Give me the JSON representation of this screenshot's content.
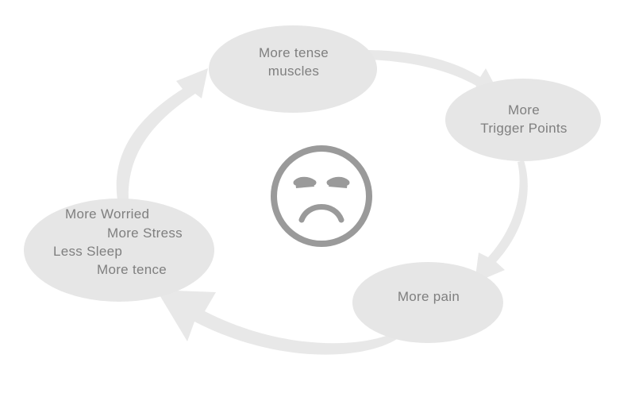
{
  "colors": {
    "bubble": "#e6e6e6",
    "arrow": "#e8e8e8",
    "text": "#7f7f7f",
    "face": "#9a9a9a"
  },
  "icons": {
    "center": "sad-face-icon"
  },
  "nodes": {
    "tense_muscles": {
      "line1": "More tense",
      "line2": "muscles"
    },
    "trigger_points": {
      "line1": "More",
      "line2": "Trigger Points"
    },
    "pain": {
      "line1": "More pain"
    },
    "worry": {
      "line1": "More Worried",
      "line2": "More Stress",
      "line3": "Less Sleep",
      "line4": "More tence"
    }
  }
}
